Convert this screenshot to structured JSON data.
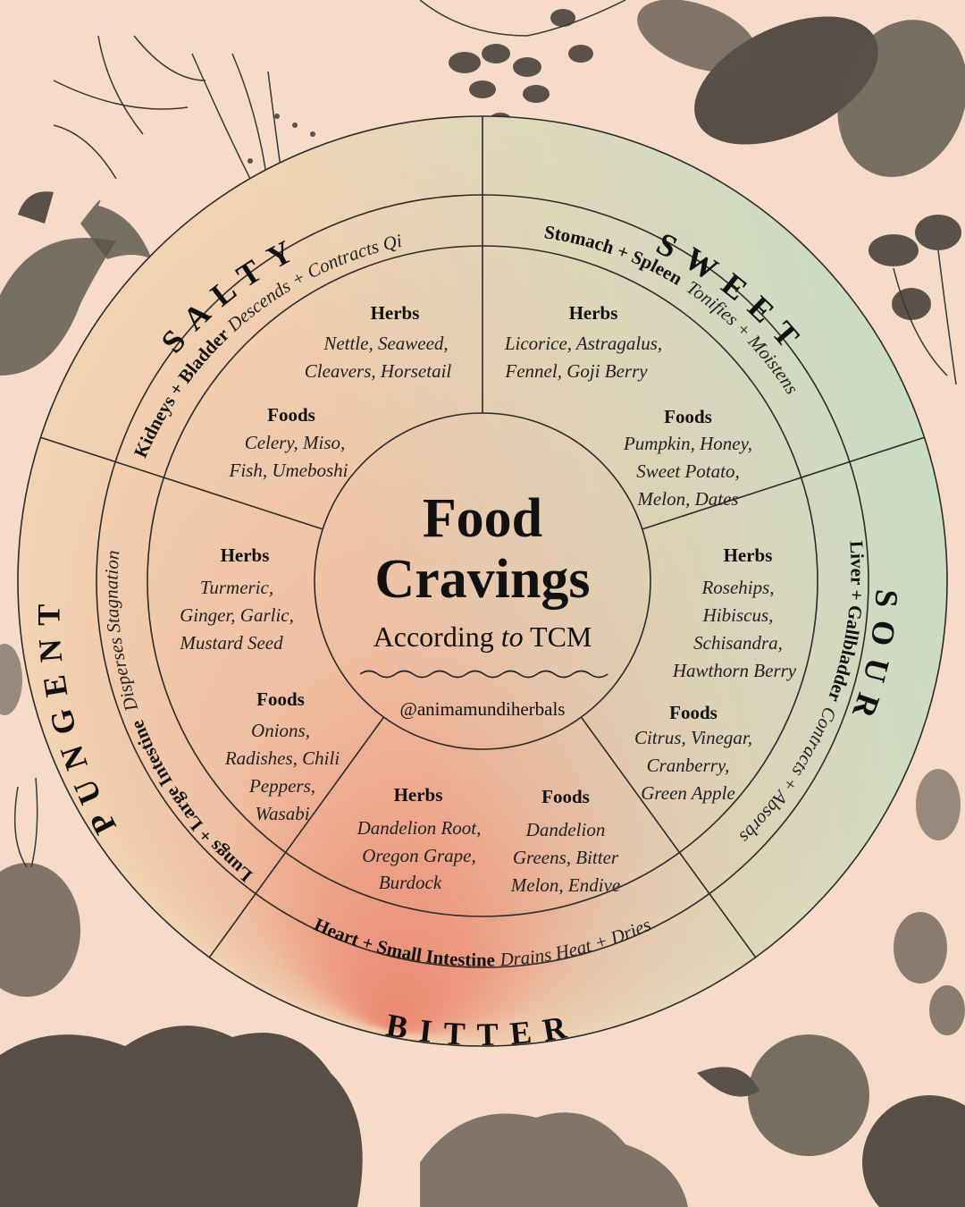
{
  "title": {
    "line1": "Food",
    "line2": "Cravings",
    "sub1": "According",
    "sub_to": "to",
    "sub2": "TCM"
  },
  "handle": "@animamundiherbals",
  "segments": {
    "salty": {
      "label": "SALTY",
      "organs": "Kidneys + Bladder",
      "action": "Descends + Contracts Qi",
      "herbs_heading": "Herbs",
      "herbs": [
        "Nettle, Seaweed,",
        "Cleavers, Horsetail"
      ],
      "foods_heading": "Foods",
      "foods": [
        "Celery, Miso,",
        "Fish, Umeboshi"
      ]
    },
    "sweet": {
      "label": "SWEET",
      "organs": "Stomach + Spleen",
      "action": "Tonifies + Moistens",
      "herbs_heading": "Herbs",
      "herbs": [
        "Licorice, Astragalus,",
        "Fennel, Goji Berry"
      ],
      "foods_heading": "Foods",
      "foods": [
        "Pumpkin, Honey,",
        "Sweet Potato,",
        "Melon, Dates"
      ]
    },
    "sour": {
      "label": "SOUR",
      "organs": "Liver + Gallbladder",
      "action": "Contracts + Absorbs",
      "herbs_heading": "Herbs",
      "herbs": [
        "Rosehips,",
        "Hibiscus,",
        "Schisandra,",
        "Hawthorn Berry"
      ],
      "foods_heading": "Foods",
      "foods": [
        "Citrus, Vinegar,",
        "Cranberry,",
        "Green Apple"
      ]
    },
    "bitter": {
      "label": "BITTER",
      "organs": "Heart + Small Intestine",
      "action": "Drains Heat + Dries",
      "herbs_heading": "Herbs",
      "herbs": [
        "Dandelion Root,",
        "Oregon Grape,",
        "Burdock"
      ],
      "foods_heading": "Foods",
      "foods": [
        "Dandelion",
        "Greens, Bitter",
        "Melon, Endive"
      ]
    },
    "pungent": {
      "label": "PUNGENT",
      "organs": "Lungs + Large Intestine",
      "action": "Disperses Stagnation",
      "herbs_heading": "Herbs",
      "herbs": [
        "Turmeric,",
        "Ginger, Garlic,",
        "Mustard Seed"
      ],
      "foods_heading": "Foods",
      "foods": [
        "Onions,",
        "Radishes, Chili",
        "Peppers,",
        "Wasabi"
      ]
    }
  },
  "colors": {
    "background": "#f6dcc8",
    "green": "#cfdcc2",
    "peach": "#f2cfae",
    "coral": "#ef9278",
    "ink": "#111111"
  }
}
